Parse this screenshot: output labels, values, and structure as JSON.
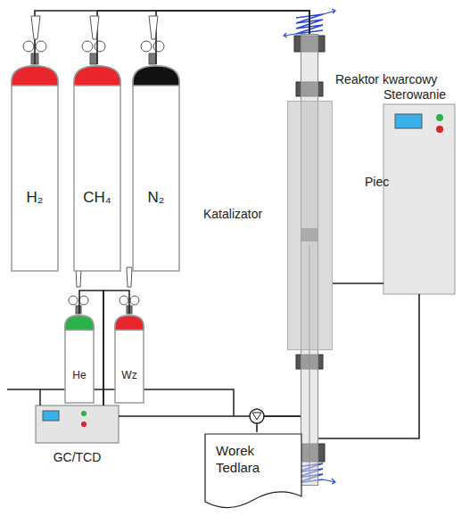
{
  "diagram": {
    "nodes": [
      {
        "text": [
          "H₂"
        ]
      },
      {
        "text": [
          "CH₄"
        ]
      },
      {
        "text": [
          "N₂"
        ]
      },
      {
        "text": [
          "Reaktor kwarcowy"
        ]
      },
      {
        "text": [
          "Piec"
        ]
      },
      {
        "text": [
          "Sterowanie"
        ]
      },
      {
        "text": [
          "He"
        ]
      },
      {
        "text": [
          "Wz"
        ]
      },
      {
        "text": [
          "GC/TCD"
        ]
      },
      {
        "text": [
          "Worek Tedlara"
        ]
      }
    ],
    "edges": [
      {
        "from": 0,
        "to": 3,
        "arrow": "none"
      },
      {
        "from": 1,
        "to": 3,
        "arrow": "none"
      },
      {
        "from": 2,
        "to": 3,
        "arrow": "none"
      },
      {
        "from": 5,
        "to": 4,
        "arrow": "none"
      },
      {
        "from": 5,
        "to": 3,
        "arrow": "none"
      },
      {
        "from": 6,
        "to": 8,
        "arrow": "none"
      },
      {
        "from": 7,
        "to": 8,
        "arrow": "none"
      },
      {
        "from": 3,
        "to": 8,
        "arrow": "none"
      },
      {
        "from": 3,
        "to": 9,
        "arrow": "none"
      }
    ],
    "labels": [
      "Katalizator"
    ]
  }
}
